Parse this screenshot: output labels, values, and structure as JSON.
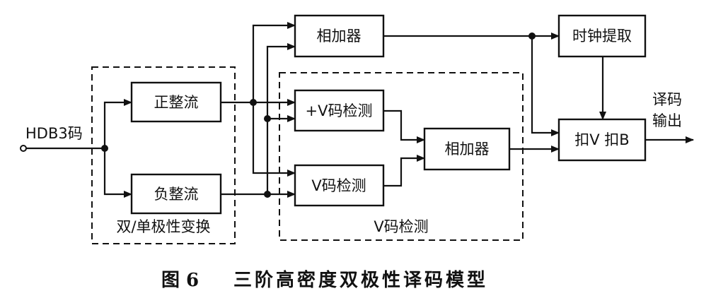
{
  "blocks": {
    "adder_top": "相加器",
    "clock_extract": "时钟提取",
    "positive_rectifier": "正整流",
    "negative_rectifier": "负整流",
    "plus_v_detect": "+V码检测",
    "minus_v_detect": "V码检测",
    "adder_mid": "相加器",
    "remove_vb": "扣V 扣B"
  },
  "groups": {
    "bipolar_unipolar": "双/单极性变换",
    "v_detection": "V码检测"
  },
  "signals": {
    "input": "HDB3码",
    "output_line1": "译码",
    "output_line2": "输出"
  },
  "caption": {
    "figure_number": "图 6",
    "title": "三阶高密度双极性译码模型"
  },
  "colors": {
    "ink": "#111111",
    "background": "#ffffff"
  }
}
